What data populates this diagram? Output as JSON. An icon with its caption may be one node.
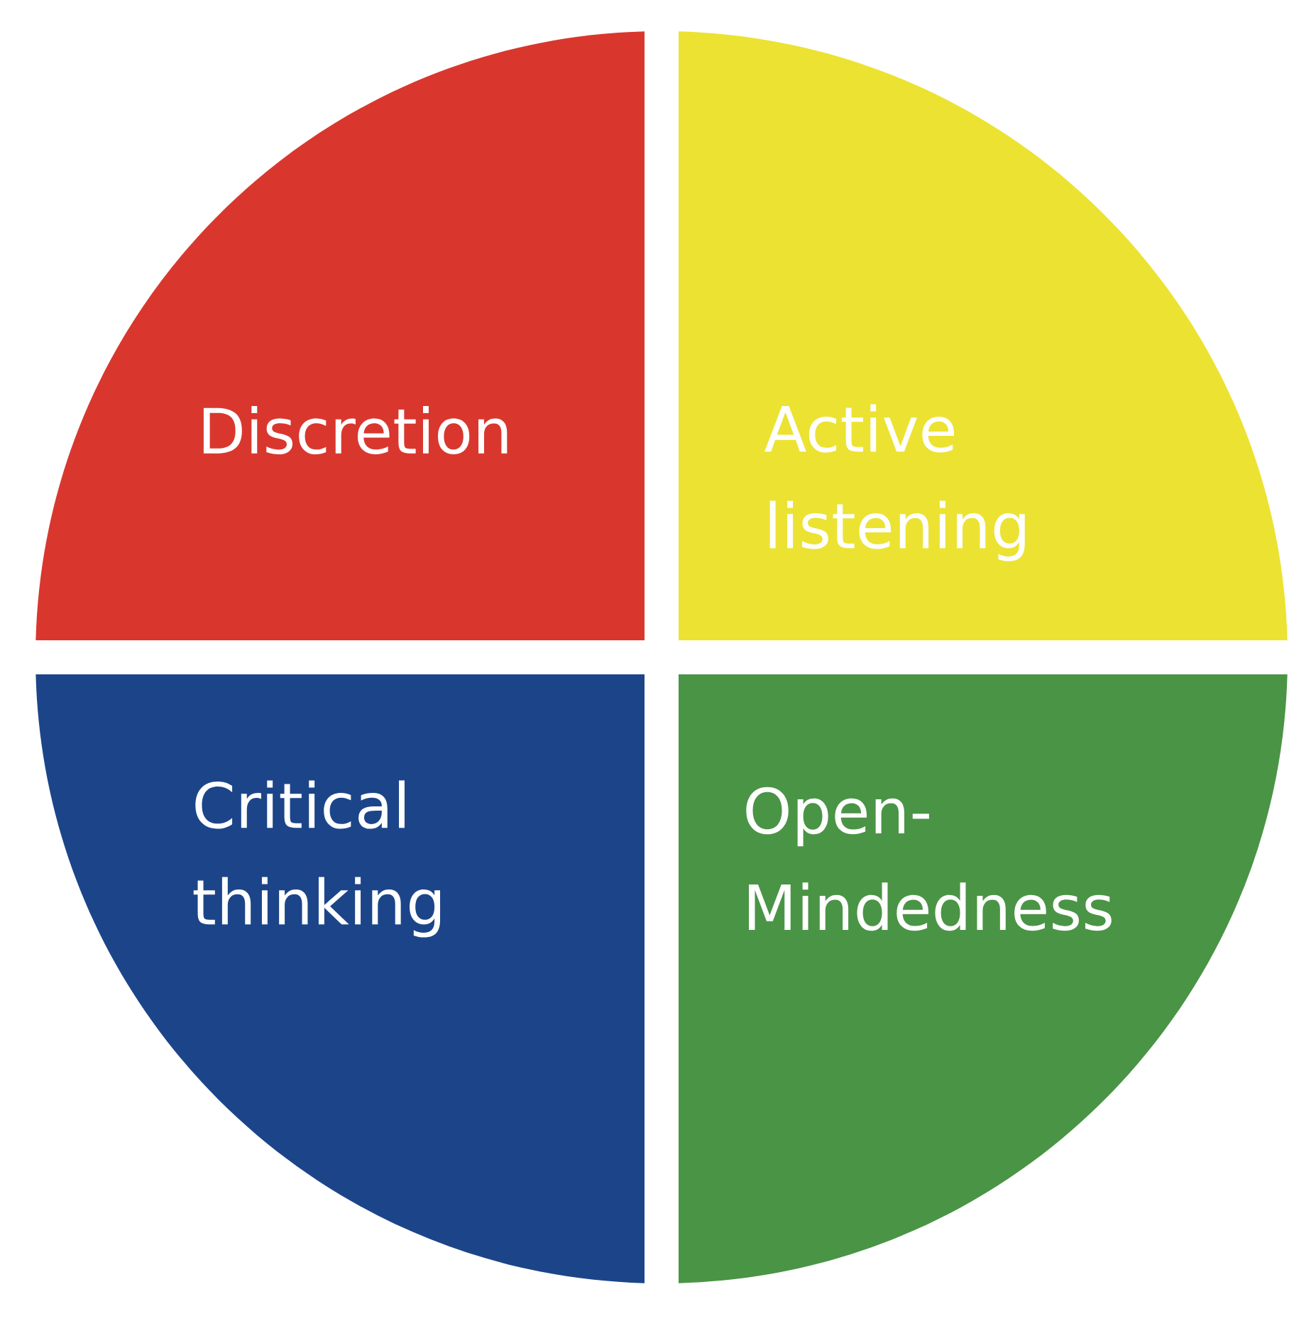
{
  "diagram": {
    "nodes": [
      {
        "text": [
          "Discretion"
        ]
      },
      {
        "text": [
          "Active listening"
        ]
      },
      {
        "text": [
          "Critical thinking"
        ]
      },
      {
        "text": [
          "Open-Mindedness"
        ]
      }
    ]
  }
}
